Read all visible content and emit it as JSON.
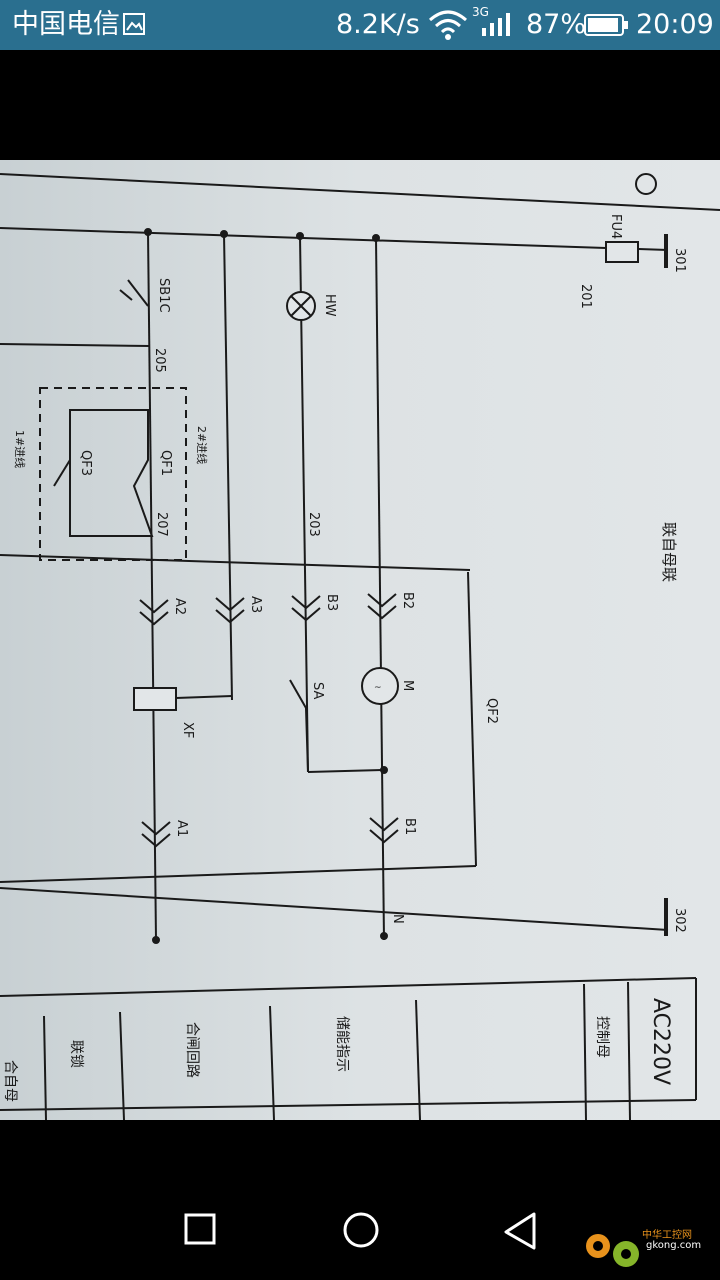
{
  "status_bar": {
    "carrier": "中国电信",
    "speed": "8.2K/s",
    "network": "3G",
    "battery": "87%",
    "time": "20:09"
  },
  "diagram_labels": {
    "fu4": "FU4",
    "t301": "301",
    "t201": "201",
    "t302": "302",
    "hw": "HW",
    "sb1c": "SB1C",
    "t205": "205",
    "t203": "203",
    "t207": "207",
    "qf1": "QF1",
    "qf3": "QF3",
    "qf2": "QF2",
    "a1": "A1",
    "a2": "A2",
    "a3": "A3",
    "b1": "B1",
    "b2": "B2",
    "b3": "B3",
    "m": "M",
    "sa": "SA",
    "xf": "XF",
    "n": "N",
    "note1": "2#进线",
    "note2": "1#进线",
    "heading": "联自母联",
    "table_voltage": "AC220V",
    "table_col1": "控制母",
    "table_col2": "储能指示",
    "table_col3": "合闸回路",
    "table_col4": "联锁",
    "table_col5": "合自母"
  },
  "watermark": {
    "name": "中华工控网",
    "url": "gkong.com"
  },
  "nav": {
    "recent": "recent-apps",
    "home": "home",
    "back": "back"
  },
  "colors": {
    "status_bar": "#2a6f8f",
    "paper": "#d9dfe1",
    "ink": "#1a1a1a"
  }
}
